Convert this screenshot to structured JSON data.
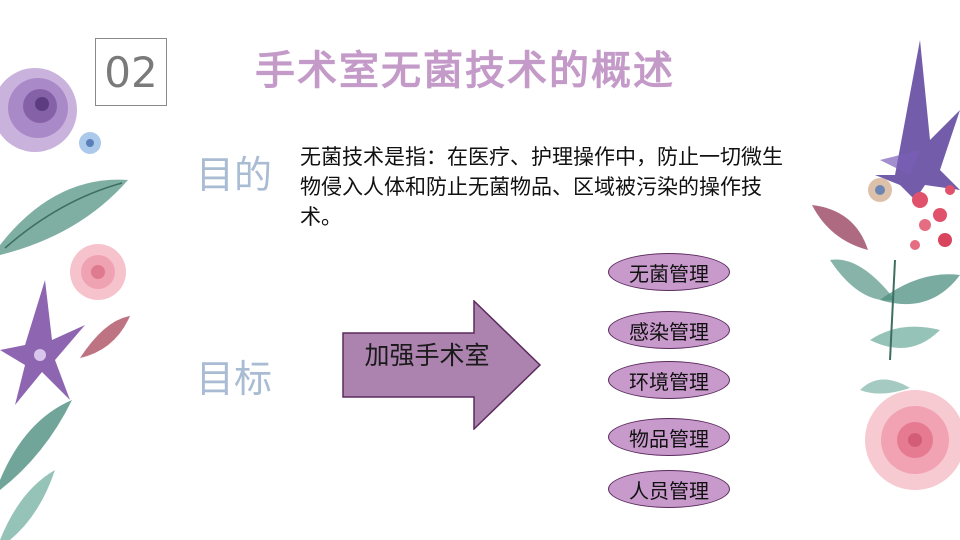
{
  "slide": {
    "number": "02",
    "title": "手术室无菌技术的概述",
    "purpose_label": "目的",
    "purpose_text": "无菌技术是指：在医疗、护理操作中，防止一切微生物侵入人体和防止无菌物品、区域被污染的操作技术。",
    "goal_label": "目标",
    "arrow_text": "加强手术室",
    "managements": [
      "无菌管理",
      "感染管理",
      "环境管理",
      "物品管理",
      "人员管理"
    ]
  },
  "colors": {
    "title": "#c39ac8",
    "label": "#a9bcd4",
    "arrow_fill": "#ac82af",
    "arrow_stroke": "#5b2a5e",
    "pill_fill": "#c79acb"
  },
  "icons": [
    "watercolor-flower-decoration-left",
    "watercolor-flower-decoration-right"
  ]
}
